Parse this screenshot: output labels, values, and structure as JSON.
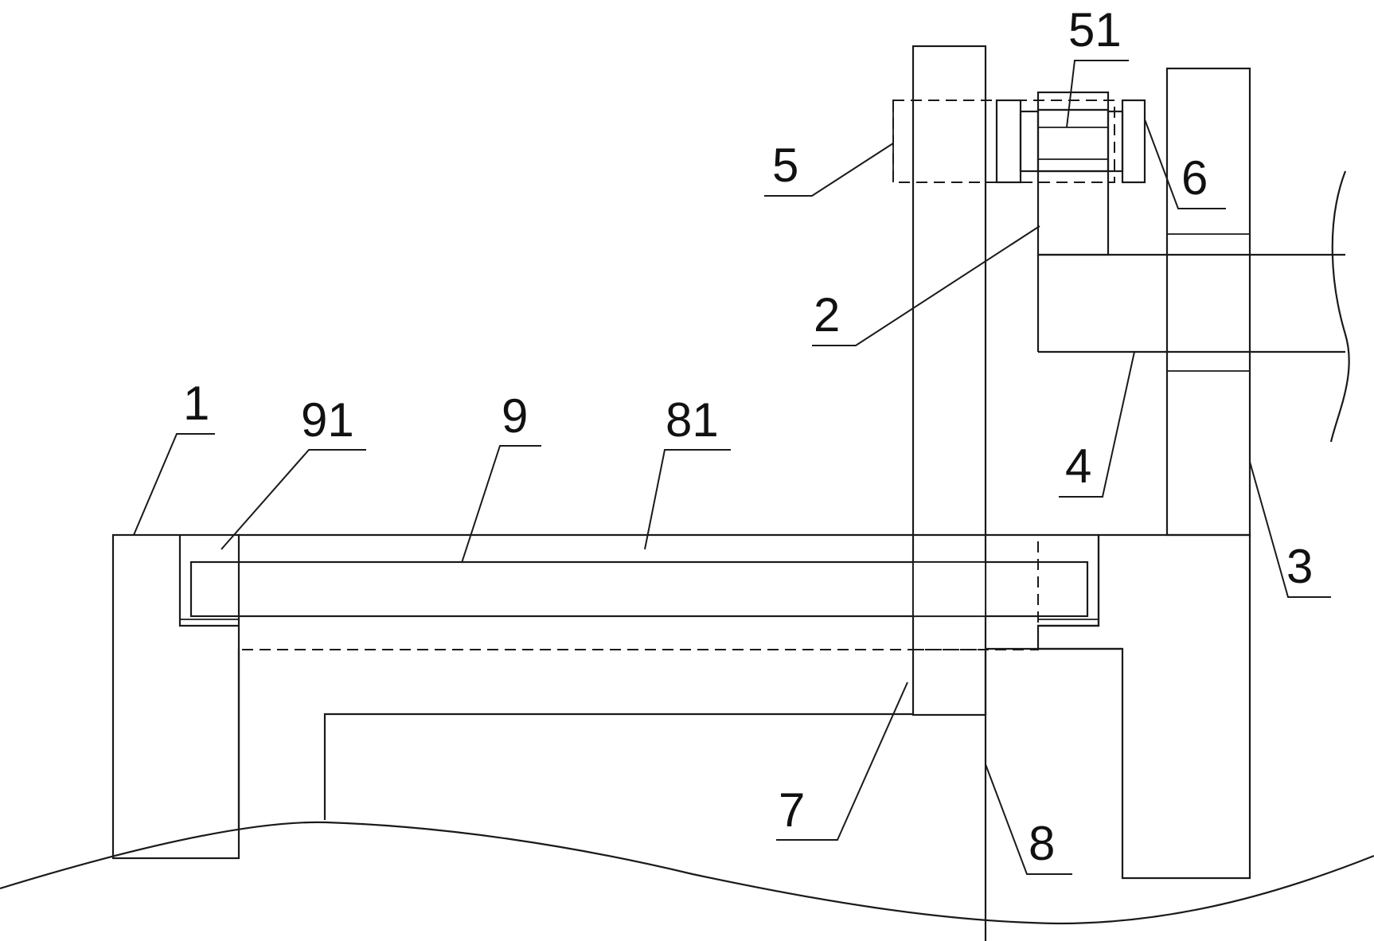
{
  "labels": {
    "l1": "1",
    "l91": "91",
    "l9": "9",
    "l81": "81",
    "l5": "5",
    "l51": "51",
    "l6": "6",
    "l2": "2",
    "l4": "4",
    "l3": "3",
    "l7": "7",
    "l8": "8"
  },
  "colors": {
    "ink": "#1a1a1a",
    "background": "#ffffff"
  }
}
